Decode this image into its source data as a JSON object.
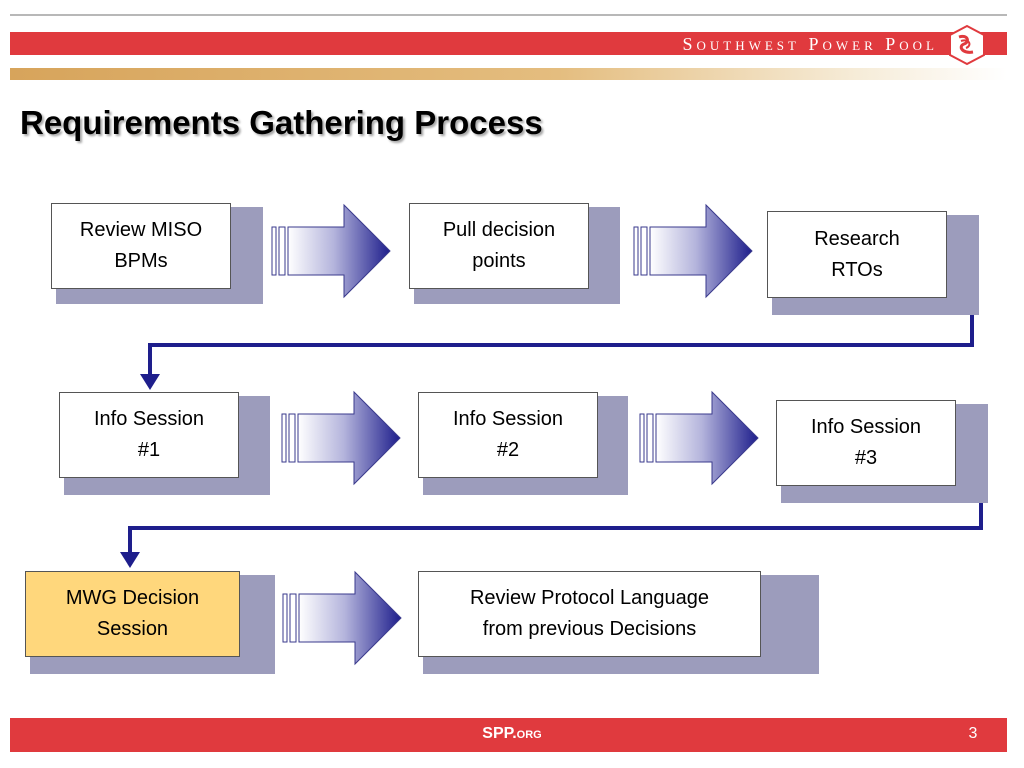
{
  "header": {
    "brand": "Southwest Power Pool",
    "title": "Requirements Gathering Process"
  },
  "diagram": {
    "row1": [
      "Review MISO\nBPMs",
      "Pull decision\npoints",
      "Research\nRTOs"
    ],
    "row2": [
      "Info Session\n#1",
      "Info Session\n#2",
      "Info Session\n#3"
    ],
    "row3": [
      "MWG Decision\nSession",
      "Review Protocol Language\nfrom previous Decisions"
    ]
  },
  "footer": {
    "site": "SPP.org",
    "page_number": "3"
  },
  "colors": {
    "brand_red": "#e03a3e",
    "box_shadow": "#9c9cbc",
    "arrow_navy": "#1e1e8c",
    "highlight": "#ffd77c"
  }
}
